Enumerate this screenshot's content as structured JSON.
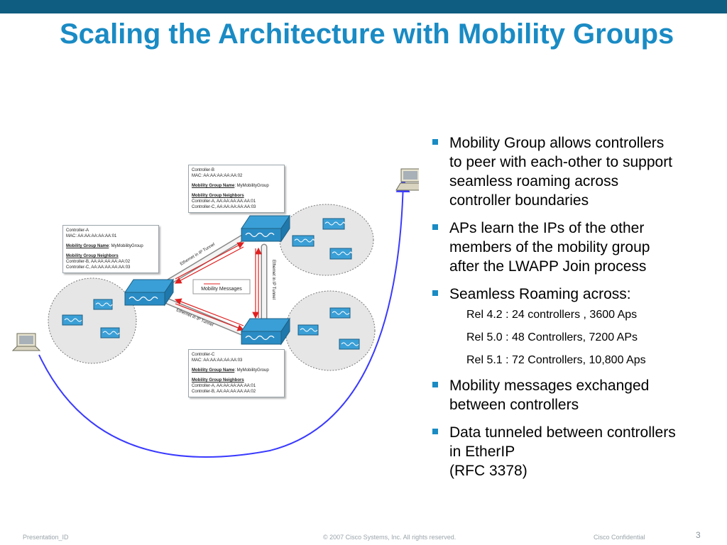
{
  "title": "Scaling the Architecture with Mobility Groups",
  "diagram": {
    "controller_a": {
      "name": "Controller-A",
      "mac": "MAC: AA:AA:AA:AA:AA:01",
      "group_label": "Mobility Group Name",
      "group_value": ": MyMobilityGroup",
      "neighbors_label": "Mobility Group Neighbors",
      "neighbors": [
        "Controller-B, AA:AA:AA:AA:AA:02",
        "Controller-C, AA:AA:AA:AA:AA:03"
      ]
    },
    "controller_b": {
      "name": "Controller-B",
      "mac": "MAC: AA:AA:AA:AA:AA:02",
      "group_label": "Mobility Group Name",
      "group_value": ": MyMobilityGroup",
      "neighbors_label": "Mobility Group Neighbors",
      "neighbors": [
        "Controller-A, AA:AA:AA:AA:AA:01",
        "Controller-C, AA:AA:AA:AA:AA:03"
      ]
    },
    "controller_c": {
      "name": "Controller-C",
      "mac": "MAC: AA:AA:AA:AA:AA:03",
      "group_label": "Mobility Group Name",
      "group_value": ": MyMobilityGroup",
      "neighbors_label": "Mobility Group Neighbors",
      "neighbors": [
        "Controller-A, AA:AA:AA:AA:AA:01",
        "Controller-B, AA:AA:AA:AA:AA:02"
      ]
    },
    "tunnel_ab": "Ethernet in IP Tunnel",
    "tunnel_ac": "Ethernet in IP Tunnel",
    "tunnel_bc": "Ethernet in IP Tunnel",
    "mobility_messages": "Mobility Messages"
  },
  "bullets": [
    {
      "text": "Mobility Group allows controllers\nto peer with each-other to support\nseamless roaming across\ncontroller boundaries"
    },
    {
      "text": "APs learn the IPs of the other\nmembers of the mobility group\nafter the LWAPP Join process"
    },
    {
      "text": "Seamless Roaming across:",
      "sub": [
        "Rel 4.2 :  24 controllers , 3600 Aps",
        "Rel 5.0 : 48 Controllers, 7200 APs",
        "Rel 5.1 : 72 Controllers, 10,800 Aps"
      ]
    },
    {
      "text": "Mobility messages exchanged\nbetween controllers"
    },
    {
      "text": "Data tunneled between controllers\nin EtherIP\n(RFC 3378)"
    }
  ],
  "footer": {
    "presentation_id": "Presentation_ID",
    "copyright": "© 2007 Cisco Systems, Inc. All rights reserved.",
    "confidential": "Cisco Confidential",
    "page": "3"
  },
  "colors": {
    "top_bar": "#0f5d80",
    "title": "#1a8bc4",
    "bullet": "#1a8bc4",
    "roam_arc": "#3a3aff",
    "message_arrow": "#e02020"
  }
}
